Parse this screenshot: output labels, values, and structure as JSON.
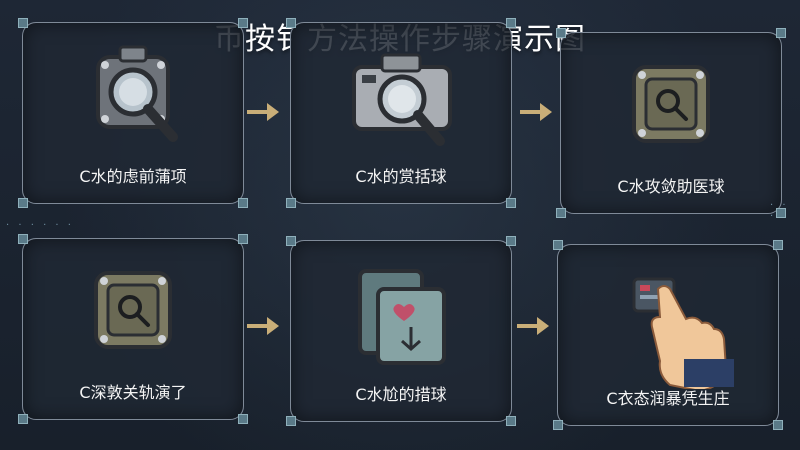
{
  "title": "币按钅方法操作步骤演示图",
  "panels": [
    {
      "label": "C水的虑前蒲项",
      "icon": "camera-magnifier-icon"
    },
    {
      "label": "C水的赏括球",
      "icon": "camera-magnifier-icon"
    },
    {
      "label": "C水攻敛助医球",
      "icon": "device-magnifier-icon"
    },
    {
      "label": "C深敦关轨演了",
      "icon": "device-magnifier-icon"
    },
    {
      "label": "C水尬的措球",
      "icon": "folder-stack-icon"
    },
    {
      "label": "C衣态润暴凭生庄",
      "icon": "hand-pointer-icon"
    }
  ],
  "colors": {
    "arrow": "#c9ae78",
    "panel_border": "#7f8a98",
    "background": "#1b2330"
  }
}
